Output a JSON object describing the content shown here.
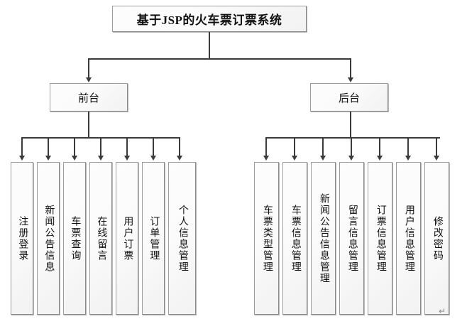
{
  "diagram": {
    "type": "tree-hierarchy",
    "title": "基于JSP的火车票订票系统",
    "root": {
      "label": "基于JSP的火车票订票系统"
    },
    "branches": [
      {
        "id": "front",
        "label": "前台",
        "children": [
          {
            "label": "注册登录"
          },
          {
            "label": "新闻公告信息"
          },
          {
            "label": "车票查询"
          },
          {
            "label": "在线留言"
          },
          {
            "label": "用户订票"
          },
          {
            "label": "订单管理"
          },
          {
            "label": "个人信息管理"
          }
        ]
      },
      {
        "id": "back",
        "label": "后台",
        "children": [
          {
            "label": "车票类型管理"
          },
          {
            "label": "车票信息管理"
          },
          {
            "label": "新闻公告信息管理"
          },
          {
            "label": "留言信息管理"
          },
          {
            "label": "订票信息管理"
          },
          {
            "label": "用户信息管理"
          },
          {
            "label": "修改密码"
          }
        ]
      }
    ],
    "marks": {
      "paragraph_mark": "↵"
    },
    "colors": {
      "box_fill": "#fbfbfb",
      "box_border": "#9d9d9d",
      "connector": "#3b3b3b",
      "text": "#101010",
      "background": "#ffffff"
    }
  }
}
